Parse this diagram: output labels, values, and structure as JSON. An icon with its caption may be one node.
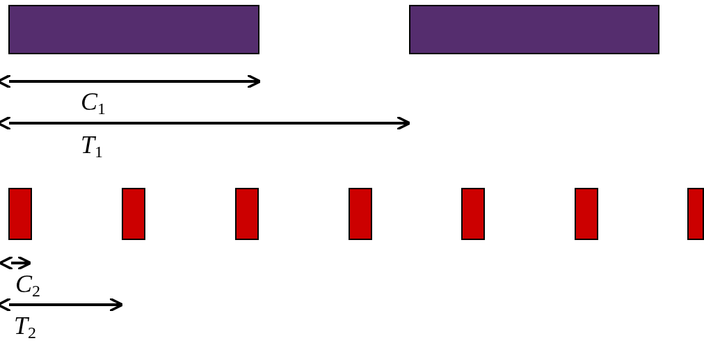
{
  "diagram": {
    "nodes": [
      {
        "text": [],
        "shape": "box"
      },
      {
        "text": [],
        "shape": "box"
      },
      {
        "text": [],
        "shape": "box"
      },
      {
        "text": [],
        "shape": "box"
      },
      {
        "text": [],
        "shape": "box"
      },
      {
        "text": [],
        "shape": "box"
      },
      {
        "text": [],
        "shape": "box"
      },
      {
        "text": [],
        "shape": "box"
      },
      {
        "text": [],
        "shape": "box"
      }
    ],
    "labels": [
      "*C*$_{1}$",
      "*T*$_{1}$",
      "*C*$_{2}$",
      "*T*$_{2}$"
    ]
  }
}
